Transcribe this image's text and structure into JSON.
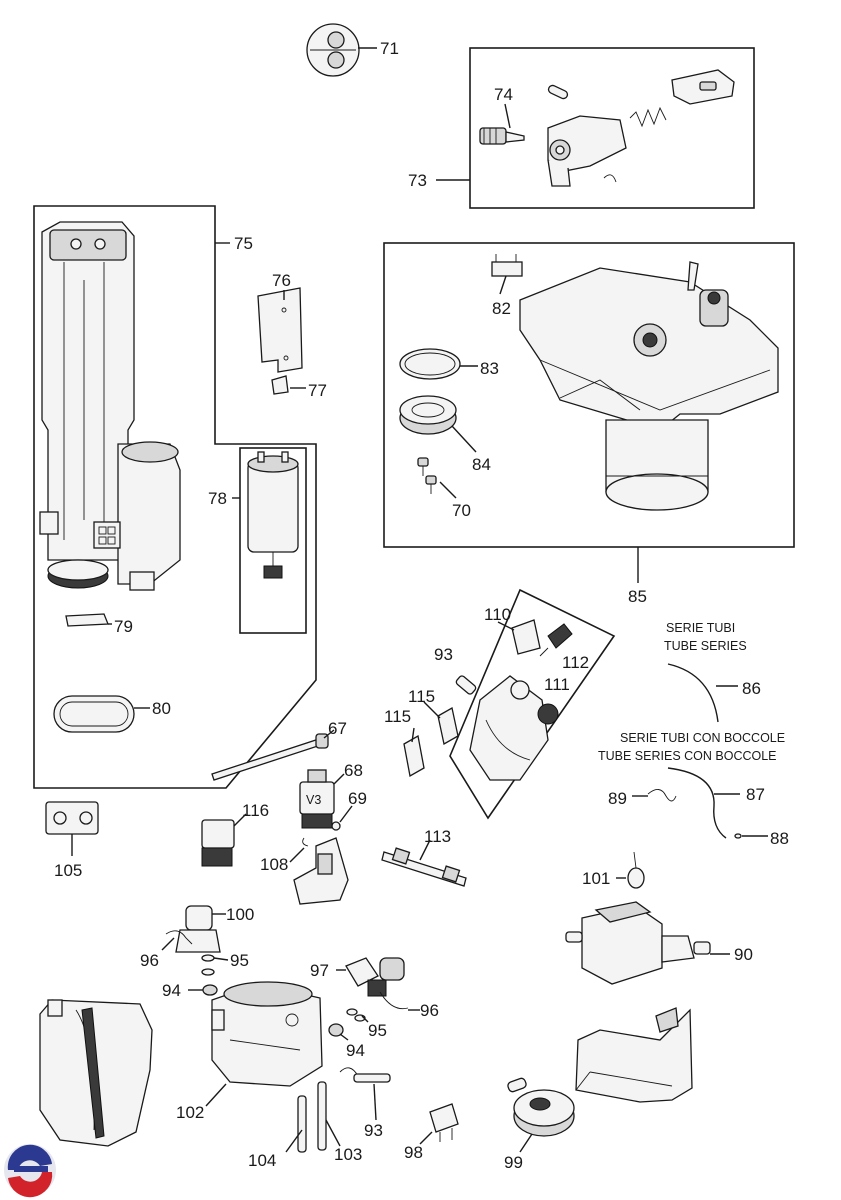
{
  "captions": {
    "tube_series_it": "SERIE TUBI",
    "tube_series_en": "TUBE SERIES",
    "tube_series_sleeves_it": "SERIE TUBI CON BOCCOLE",
    "tube_series_sleeves_en": "TUBE SERIES CON BOCCOLE"
  },
  "parts": {
    "p67": "67",
    "p68": "68",
    "p69": "69",
    "p70": "70",
    "p71": "71",
    "p73": "73",
    "p74": "74",
    "p75": "75",
    "p76": "76",
    "p77": "77",
    "p78": "78",
    "p79": "79",
    "p80": "80",
    "p82": "82",
    "p83": "83",
    "p84": "84",
    "p85": "85",
    "p86": "86",
    "p87": "87",
    "p88": "88",
    "p89": "89",
    "p90": "90",
    "p93a": "93",
    "p93b": "93",
    "p94a": "94",
    "p94b": "94",
    "p95a": "95",
    "p95b": "95",
    "p96a": "96",
    "p96b": "96",
    "p97": "97",
    "p98": "98",
    "p99": "99",
    "p100": "100",
    "p101": "101",
    "p102": "102",
    "p103": "103",
    "p104": "104",
    "p105": "105",
    "p108": "108",
    "p110": "110",
    "p111": "111",
    "p112": "112",
    "p113": "113",
    "p115a": "115",
    "p115b": "115",
    "p116": "116"
  },
  "valve_marking": "V3"
}
